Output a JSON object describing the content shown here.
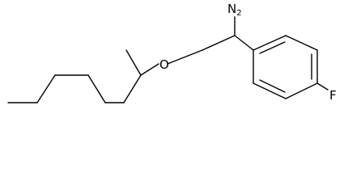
{
  "molecule": {
    "atoms": {
      "amine": {
        "element": "N",
        "hydrogen_count": "2"
      },
      "ether_oxygen": {
        "element": "O"
      },
      "fluorine": {
        "element": "F"
      }
    },
    "bond_color": "#000000",
    "background_color": "#ffffff"
  }
}
